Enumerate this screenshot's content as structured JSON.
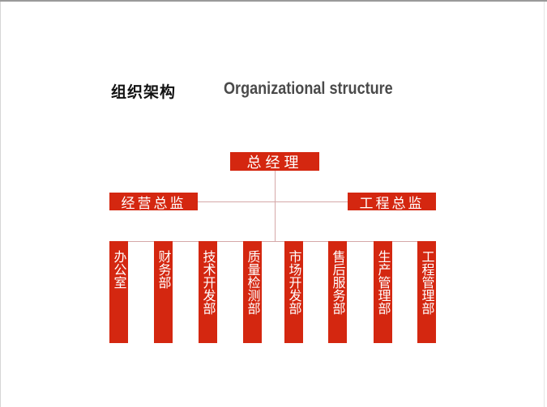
{
  "title": {
    "cn": "组织架构",
    "en": "Organizational structure"
  },
  "org": {
    "root": "总经理",
    "directors": [
      "经营总监",
      "工程总监"
    ],
    "departments": [
      "办公室",
      "财务部",
      "技术开发部",
      "质量检测部",
      "市场开发部",
      "售后服务部",
      "生产管理部",
      "工程管理部"
    ]
  },
  "colors": {
    "box": "#d42710",
    "connector": "#d5a8a8",
    "title_cn": "#111111",
    "title_en": "#4a4a4a"
  }
}
